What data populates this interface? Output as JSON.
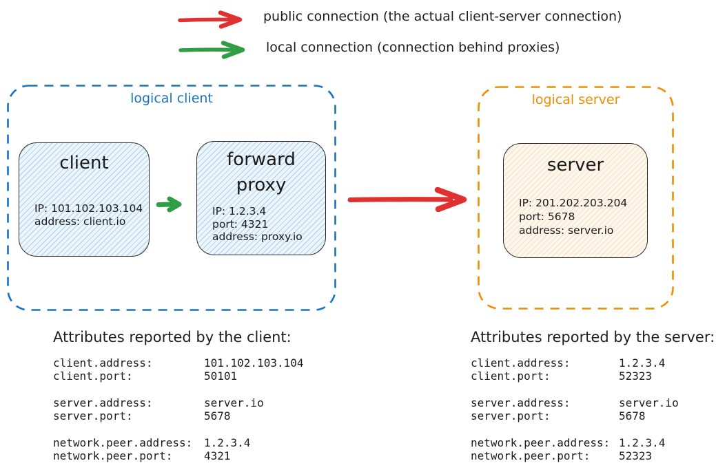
{
  "colors": {
    "red": "#e03131",
    "green": "#2f9e44",
    "blue": "#1971c2",
    "orange": "#f08c00",
    "ink": "#1e1e1e"
  },
  "legend": {
    "public_label": "public connection (the actual client-server connection)",
    "local_label": "local connection (connection behind proxies)"
  },
  "logical_client": {
    "label": "logical client",
    "client": {
      "title": "client",
      "lines": [
        "IP: 101.102.103.104",
        "address: client.io"
      ]
    },
    "proxy": {
      "title_line1": "forward",
      "title_line2": "proxy",
      "lines": [
        "IP: 1.2.3.4",
        "port: 4321",
        "address: proxy.io"
      ]
    }
  },
  "logical_server": {
    "label": "logical server",
    "server": {
      "title": "server",
      "lines": [
        "IP: 201.202.203.204",
        "port: 5678",
        "address: server.io"
      ]
    }
  },
  "client_attributes": {
    "title": "Attributes reported by the client:",
    "rows": [
      {
        "key": "client.address:",
        "value": "101.102.103.104"
      },
      {
        "key": "client.port:",
        "value": "50101"
      },
      {
        "key": "server.address:",
        "value": "server.io"
      },
      {
        "key": "server.port:",
        "value": "5678"
      },
      {
        "key": "network.peer.address:",
        "value": "1.2.3.4"
      },
      {
        "key": "network.peer.port:",
        "value": "4321"
      }
    ]
  },
  "server_attributes": {
    "title": "Attributes reported by the server:",
    "rows": [
      {
        "key": "client.address:",
        "value": "1.2.3.4"
      },
      {
        "key": "client.port:",
        "value": "52323"
      },
      {
        "key": "server.address:",
        "value": "server.io"
      },
      {
        "key": "server.port:",
        "value": "5678"
      },
      {
        "key": "network.peer.address:",
        "value": "1.2.3.4"
      },
      {
        "key": "network.peer.port:",
        "value": "52323"
      }
    ]
  }
}
